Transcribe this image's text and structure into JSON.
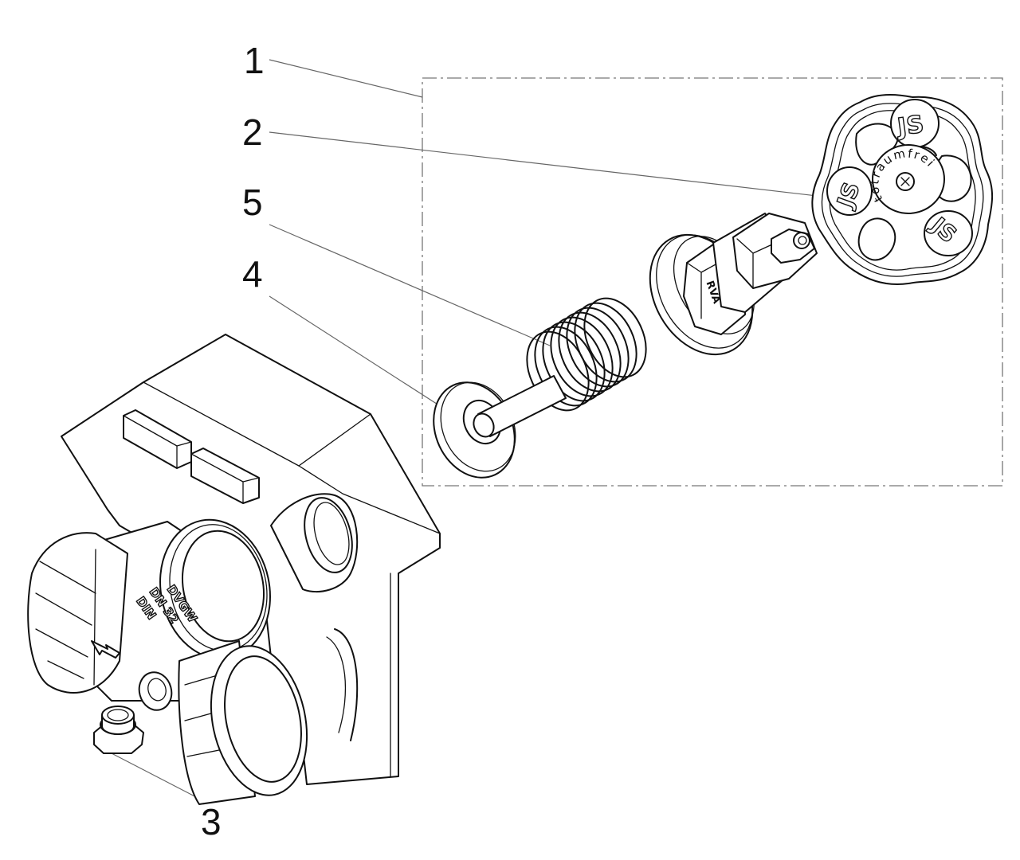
{
  "diagram": {
    "type": "exploded-view-parts-drawing",
    "callouts": [
      {
        "number": "1",
        "part": "assembly-group"
      },
      {
        "number": "2",
        "part": "handwheel"
      },
      {
        "number": "5",
        "part": "spring"
      },
      {
        "number": "4",
        "part": "valve-disc-with-stem"
      },
      {
        "number": "3",
        "part": "drain-plug"
      }
    ],
    "labels": {
      "c1": "1",
      "c2": "2",
      "c3": "3",
      "c4": "4",
      "c5": "5"
    },
    "markings": {
      "knob_ring_text": "totraumfrei",
      "knob_logo": "JS",
      "bonnet_text": "RVA",
      "body_line1": "DVGW",
      "body_line2": "DN 32",
      "body_line3": "DIN"
    },
    "colors": {
      "line": "#111111",
      "leader": "#666666",
      "frame": "#777777",
      "background": "#ffffff"
    }
  }
}
